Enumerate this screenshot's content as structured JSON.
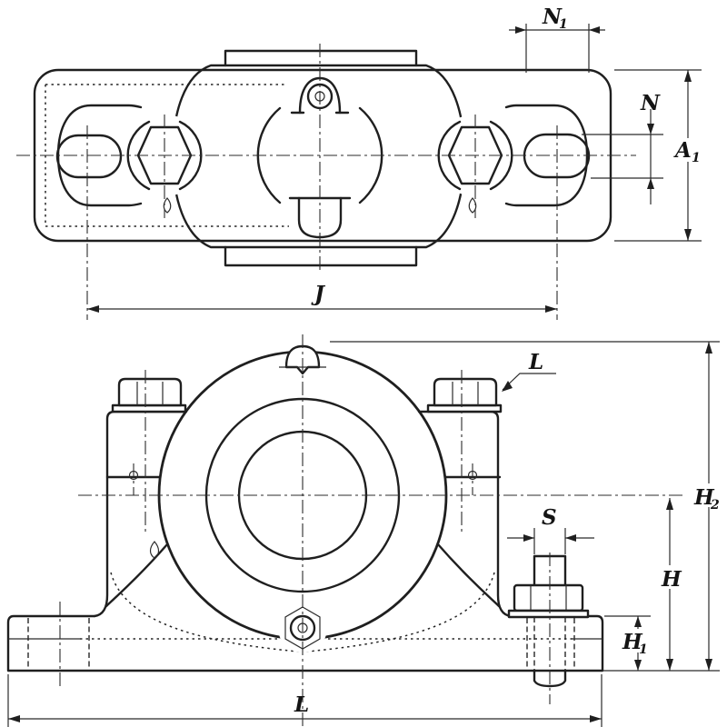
{
  "drawing": {
    "description": "Two-view engineering line drawing of a split plummer block bearing housing: plan view (top) and front elevation (bottom) with dimension callouts"
  },
  "labels": {
    "n1": {
      "base": "N",
      "sub": "1"
    },
    "n": {
      "base": "N"
    },
    "a1": {
      "base": "A",
      "sub": "1"
    },
    "j": {
      "base": "J"
    },
    "cap_bolt": {
      "base": "L"
    },
    "s": {
      "base": "S"
    },
    "h2": {
      "base": "H",
      "sub": "2"
    },
    "h": {
      "base": "H"
    },
    "h1": {
      "base": "H",
      "sub": "1"
    },
    "l": {
      "base": "L"
    }
  },
  "colors": {
    "ink": "#1f1f1f",
    "paper": "#ffffff"
  }
}
